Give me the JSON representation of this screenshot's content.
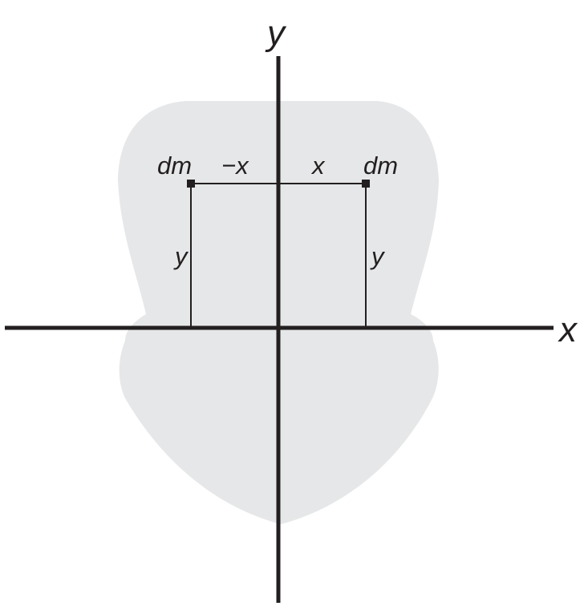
{
  "labels": {
    "y_axis": "y",
    "x_axis": "x",
    "dm_left": "dm",
    "dm_right": "dm",
    "neg_x": "−x",
    "pos_x": "x",
    "y_left": "y",
    "y_right": "y"
  },
  "colors": {
    "body_fill": "#e6e7e8",
    "ink": "#231f20"
  }
}
